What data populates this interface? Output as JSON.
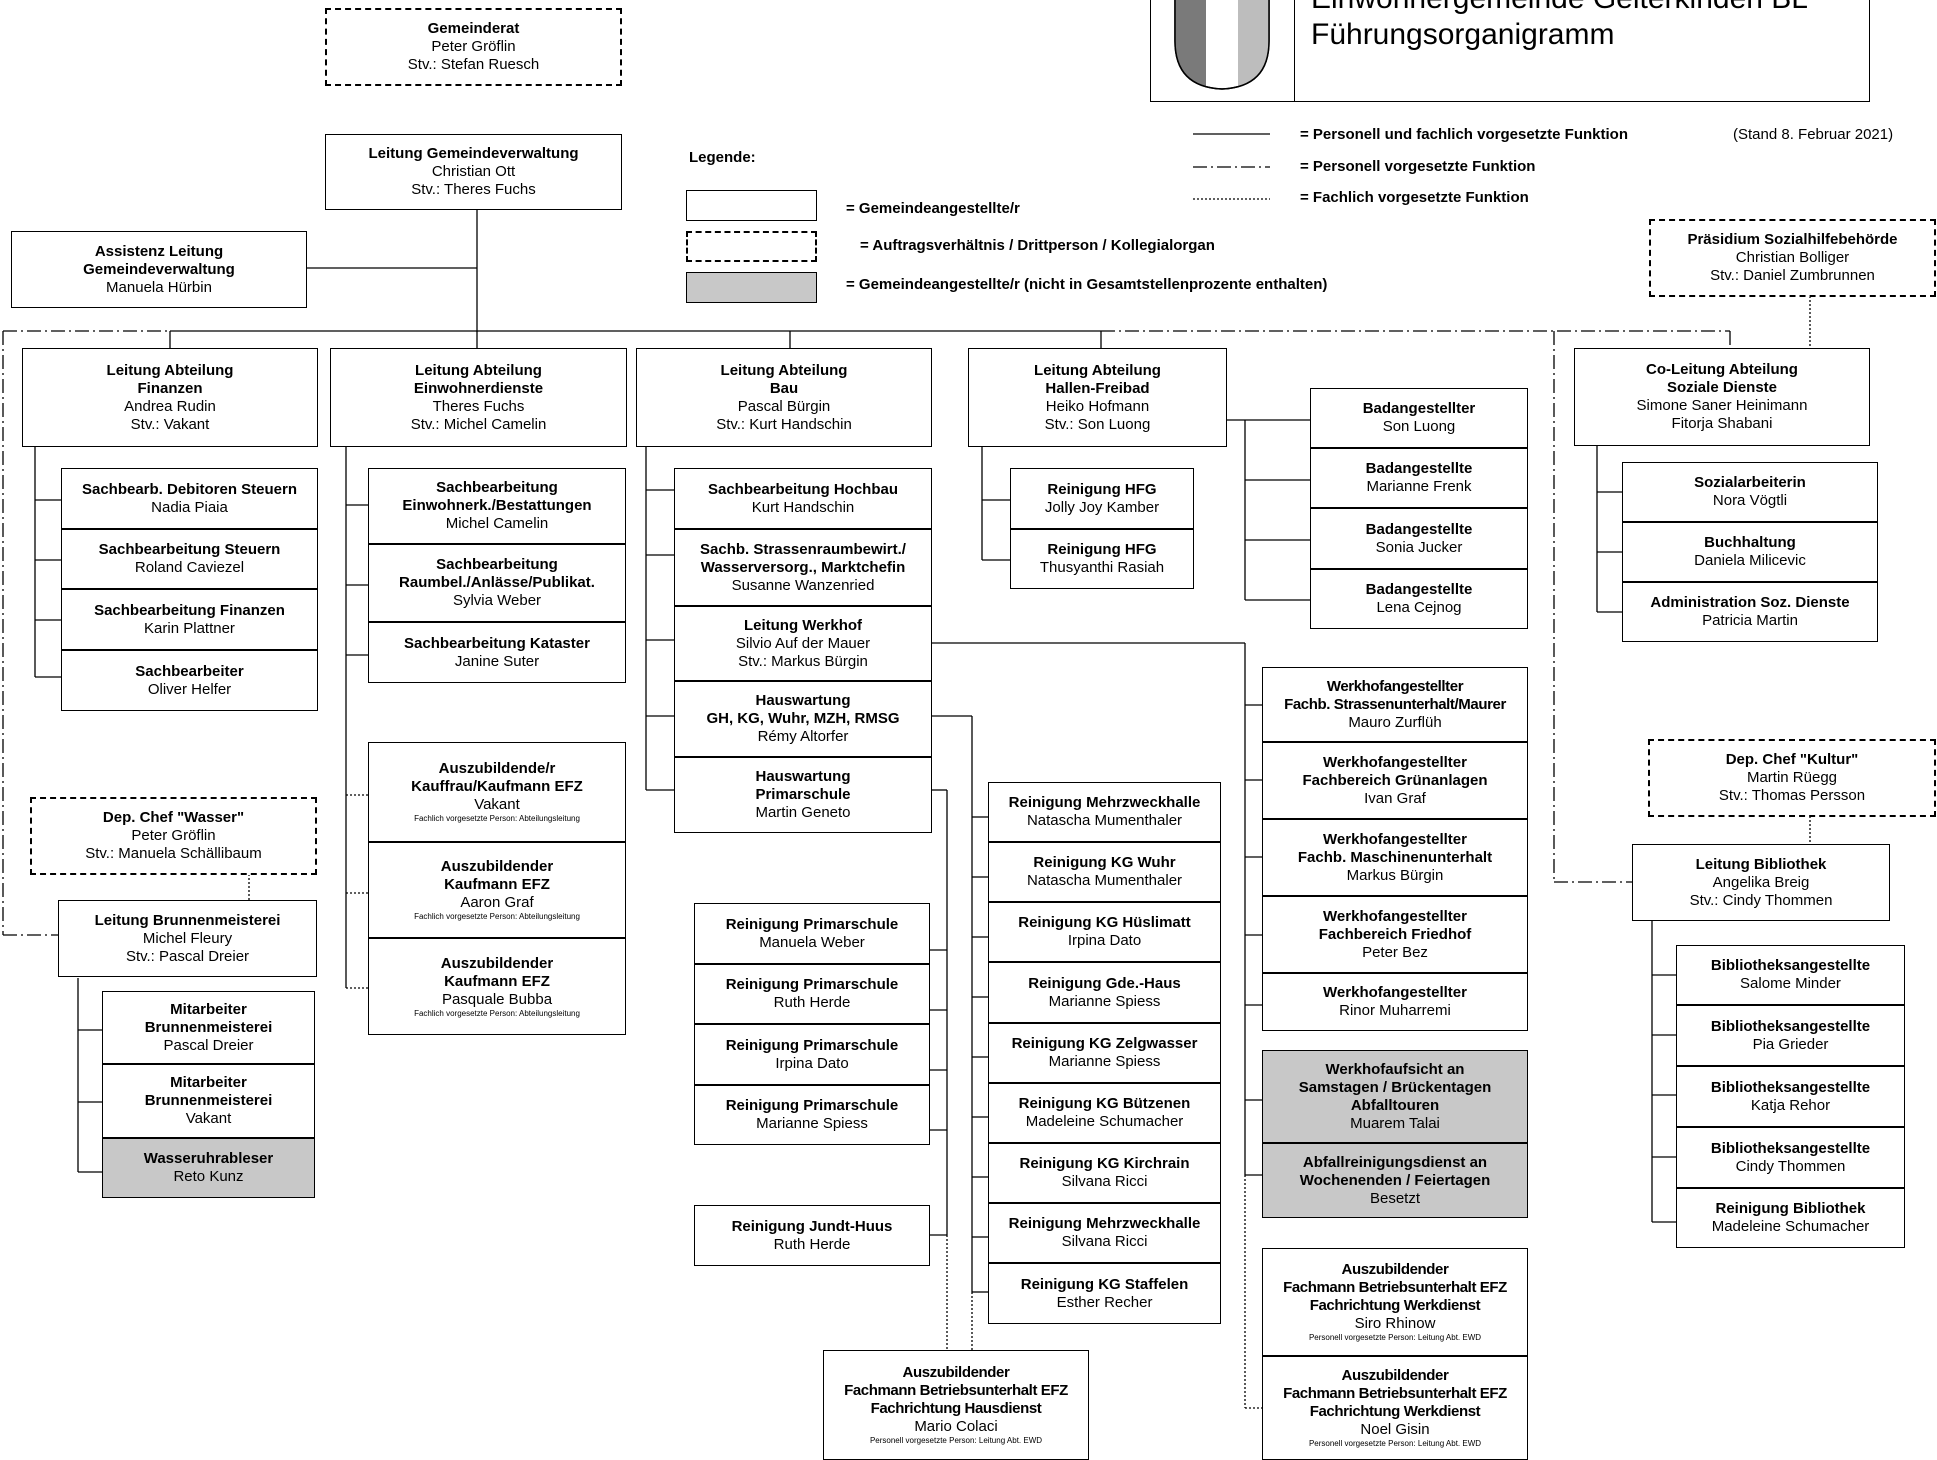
{
  "header": {
    "title_line1": "Einwohnergemeinde Gelterkinden BL",
    "title_line2": "Führungsorganigramm",
    "stand": "(Stand 8. Februar 2021)"
  },
  "legend": {
    "title": "Legende:",
    "solid_box": "= Gemeindeangestellte/r",
    "dashed_box": "= Auftragsverhältnis / Drittperson / Kollegialorgan",
    "gray_box": "= Gemeindeangestellte/r (nicht in Gesamtstellenprozente enthalten)",
    "solid_line": "= Personell und fachlich vorgesetzte Funktion",
    "dashdot_line": "= Personell vorgesetzte Funktion",
    "dotted_line": "= Fachlich vorgesetzte Funktion"
  },
  "top": {
    "gemeinderat": {
      "title": "Gemeinderat",
      "name": "Peter Gröflin",
      "stv": "Stv.: Stefan Ruesch"
    },
    "leitung": {
      "title": "Leitung Gemeindeverwaltung",
      "name": "Christian Ott",
      "stv": "Stv.: Theres Fuchs"
    },
    "assistenz": {
      "title1": "Assistenz Leitung",
      "title2": "Gemeindeverwaltung",
      "name": "Manuela Hürbin"
    },
    "praesidium": {
      "title": "Präsidium Sozialhilfebehörde",
      "name": "Christian Bolliger",
      "stv": "Stv.: Daniel Zumbrunnen"
    }
  },
  "finanzen": {
    "head": {
      "t1": "Leitung Abteilung",
      "t2": "Finanzen",
      "name": "Andrea Rudin",
      "stv": "Stv.: Vakant"
    },
    "items": [
      {
        "title": "Sachbearb. Debitoren Steuern",
        "name": "Nadia Piaia"
      },
      {
        "title": "Sachbearbeitung Steuern",
        "name": "Roland Caviezel"
      },
      {
        "title": "Sachbearbeitung Finanzen",
        "name": "Karin Plattner"
      },
      {
        "title": "Sachbearbeiter",
        "name": "Oliver Helfer"
      }
    ]
  },
  "wasser": {
    "dep": {
      "title": "Dep. Chef \"Wasser\"",
      "name": "Peter Gröflin",
      "stv": "Stv.: Manuela Schällibaum"
    },
    "leitung": {
      "title": "Leitung Brunnenmeisterei",
      "name": "Michel Fleury",
      "stv": "Stv.: Pascal Dreier"
    },
    "items": [
      {
        "t1": "Mitarbeiter",
        "t2": "Brunnenmeisterei",
        "name": "Pascal Dreier"
      },
      {
        "t1": "Mitarbeiter",
        "t2": "Brunnenmeisterei",
        "name": "Vakant"
      }
    ],
    "gray": {
      "title": "Wasseruhrableser",
      "name": "Reto Kunz"
    }
  },
  "einwohner": {
    "head": {
      "t1": "Leitung Abteilung",
      "t2": "Einwohnerdienste",
      "name": "Theres Fuchs",
      "stv": "Stv.: Michel Camelin"
    },
    "items": [
      {
        "t1": "Sachbearbeitung",
        "t2": "Einwohnerk./Bestattungen",
        "name": "Michel Camelin"
      },
      {
        "t1": "Sachbearbeitung",
        "t2": "Raumbel./Anlässe/Publikat.",
        "name": "Sylvia Weber"
      },
      {
        "t1": "Sachbearbeitung Kataster",
        "t2": "",
        "name": "Janine Suter"
      }
    ],
    "azubis": [
      {
        "t1": "Auszubildende/r",
        "t2": "Kauffrau/Kaufmann EFZ",
        "name": "Vakant",
        "note": "Fachlich vorgesetzte Person: Abteilungsleitung"
      },
      {
        "t1": "Auszubildender",
        "t2": "Kaufmann EFZ",
        "name": "Aaron Graf",
        "note": "Fachlich vorgesetzte Person: Abteilungsleitung"
      },
      {
        "t1": "Auszubildender",
        "t2": "Kaufmann EFZ",
        "name": "Pasquale Bubba",
        "note": "Fachlich vorgesetzte Person: Abteilungsleitung"
      }
    ]
  },
  "bau": {
    "head": {
      "t1": "Leitung Abteilung",
      "t2": "Bau",
      "name": "Pascal Bürgin",
      "stv": "Stv.: Kurt Handschin"
    },
    "hochbau": {
      "title": "Sachbearbeitung Hochbau",
      "name": "Kurt Handschin"
    },
    "strassen": {
      "t1": "Sachb. Strassenraumbewirt./",
      "t2": "Wasserversorg., Marktchefin",
      "name": "Susanne Wanzenried"
    },
    "werkhof": {
      "title": "Leitung Werkhof",
      "name": "Silvio Auf der Mauer",
      "stv": "Stv.: Markus Bürgin"
    },
    "hauswartung": {
      "t1": "Hauswartung",
      "t2": "GH, KG, Wuhr, MZH, RMSG",
      "name": "Rémy Altorfer"
    },
    "hw_primar": {
      "t1": "Hauswartung",
      "t2": "Primarschule",
      "name": "Martin Geneto"
    },
    "reinigung_primar": [
      {
        "title": "Reinigung Primarschule",
        "name": "Manuela Weber"
      },
      {
        "title": "Reinigung Primarschule",
        "name": "Ruth Herde"
      },
      {
        "title": "Reinigung Primarschule",
        "name": "Irpina Dato"
      },
      {
        "title": "Reinigung Primarschule",
        "name": "Marianne Spiess"
      }
    ],
    "jundt": {
      "title": "Reinigung Jundt-Huus",
      "name": "Ruth Herde"
    },
    "reinigung_kg": [
      {
        "title": "Reinigung Mehrzweckhalle",
        "name": "Natascha Mumenthaler"
      },
      {
        "title": "Reinigung KG Wuhr",
        "name": "Natascha Mumenthaler"
      },
      {
        "title": "Reinigung KG Hüslimatt",
        "name": "Irpina Dato"
      },
      {
        "title": "Reinigung Gde.-Haus",
        "name": "Marianne Spiess"
      },
      {
        "title": "Reinigung KG Zelgwasser",
        "name": "Marianne Spiess"
      },
      {
        "title": "Reinigung KG Bützenen",
        "name": "Madeleine Schumacher"
      },
      {
        "title": "Reinigung KG Kirchrain",
        "name": "Silvana Ricci"
      },
      {
        "title": "Reinigung Mehrzweckhalle",
        "name": "Silvana Ricci"
      },
      {
        "title": "Reinigung KG Staffelen",
        "name": "Esther Recher"
      }
    ],
    "azubi_haus": {
      "t1": "Auszubildender",
      "t2": "Fachmann Betriebsunterhalt EFZ",
      "t3": "Fachrichtung Hausdienst",
      "name": "Mario Colaci",
      "note": "Personell vorgesetzte Person: Leitung Abt. EWD"
    },
    "werkhof_staff": [
      {
        "t1": "Werkhofangestellter",
        "t2": "Fachb. Strassenunterhalt/Maurer",
        "name": "Mauro Zurflüh"
      },
      {
        "t1": "Werkhofangestellter",
        "t2": "Fachbereich Grünanlagen",
        "name": "Ivan Graf"
      },
      {
        "t1": "Werkhofangestellter",
        "t2": "Fachb. Maschinenunterhalt",
        "name": "Markus Bürgin"
      },
      {
        "t1": "Werkhofangestellter",
        "t2": "Fachbereich Friedhof",
        "name": "Peter Bez"
      },
      {
        "t1": "Werkhofangestellter",
        "t2": "",
        "name": "Rinor Muharremi"
      }
    ],
    "werkhof_gray": [
      {
        "t1": "Werkhofaufsicht an",
        "t2": "Samstagen / Brückentagen",
        "t3": "Abfalltouren",
        "name": "Muarem Talai"
      },
      {
        "t1": "Abfallreinigungsdienst an",
        "t2": "Wochenenden / Feiertagen",
        "t3": "",
        "name": "Besetzt"
      }
    ],
    "azubi_werk": [
      {
        "t1": "Auszubildender",
        "t2": "Fachmann Betriebsunterhalt EFZ",
        "t3": "Fachrichtung Werkdienst",
        "name": "Siro Rhinow",
        "note": "Personell vorgesetzte Person: Leitung Abt. EWD"
      },
      {
        "t1": "Auszubildender",
        "t2": "Fachmann Betriebsunterhalt EFZ",
        "t3": "Fachrichtung Werkdienst",
        "name": "Noel Gisin",
        "note": "Personell vorgesetzte Person: Leitung Abt. EWD"
      }
    ]
  },
  "hallen": {
    "head": {
      "t1": "Leitung Abteilung",
      "t2": "Hallen-Freibad",
      "name": "Heiko Hofmann",
      "stv": "Stv.: Son Luong"
    },
    "reinigung": [
      {
        "title": "Reinigung HFG",
        "name": "Jolly Joy Kamber"
      },
      {
        "title": "Reinigung HFG",
        "name": "Thusyanthi Rasiah"
      }
    ],
    "bad": [
      {
        "title": "Badangestellter",
        "name": "Son Luong"
      },
      {
        "title": "Badangestellte",
        "name": "Marianne Frenk"
      },
      {
        "title": "Badangestellte",
        "name": "Sonia Jucker"
      },
      {
        "title": "Badangestellte",
        "name": "Lena Cejnog"
      }
    ]
  },
  "soziale": {
    "head": {
      "t1": "Co-Leitung Abteilung",
      "t2": "Soziale Dienste",
      "name1": "Simone Saner Heinimann",
      "name2": "Fitorja Shabani"
    },
    "items": [
      {
        "title": "Sozialarbeiterin",
        "name": "Nora Vögtli"
      },
      {
        "title": "Buchhaltung",
        "name": "Daniela Milicevic"
      },
      {
        "title": "Administration Soz. Dienste",
        "name": "Patricia Martin"
      }
    ]
  },
  "kultur": {
    "dep": {
      "title": "Dep. Chef \"Kultur\"",
      "name": "Martin Rüegg",
      "stv": "Stv.: Thomas Persson"
    },
    "leitung": {
      "title": "Leitung Bibliothek",
      "name": "Angelika Breig",
      "stv": "Stv.: Cindy Thommen"
    },
    "items": [
      {
        "title": "Bibliotheksangestellte",
        "name": "Salome Minder"
      },
      {
        "title": "Bibliotheksangestellte",
        "name": "Pia Grieder"
      },
      {
        "title": "Bibliotheksangestellte",
        "name": "Katja Rehor"
      },
      {
        "title": "Bibliotheksangestellte",
        "name": "Cindy Thommen"
      },
      {
        "title": "Reinigung Bibliothek",
        "name": "Madeleine Schumacher"
      }
    ]
  }
}
